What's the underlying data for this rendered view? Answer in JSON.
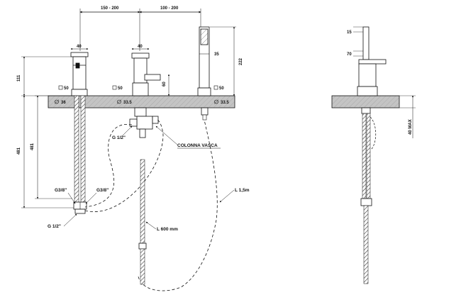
{
  "dimensions": {
    "span_left": "150 - 200",
    "span_right": "100 - 200",
    "handle_left": "40",
    "spout_width": "40",
    "shower_width": "35",
    "total_height": "222",
    "above_deck": "111",
    "below_deck": "481",
    "spout_base": "60",
    "square_left": "50",
    "square_mid": "50",
    "square_right": "50",
    "dia_left": "36",
    "dia_mid": "33.5",
    "dia_right": "33.5",
    "side_top": "15",
    "side_mid": "70",
    "deck_max": "40 MAX"
  },
  "labels": {
    "g_half_mid": "G 1/2\"",
    "g38_left": "G3/8\"",
    "g38_right": "G3/8\"",
    "g_half_bottom": "G 1/2\"",
    "colonna": "COLONNA VASCA",
    "hose_shower": "L 1,5m",
    "hose_spout": "L 600 mm"
  },
  "colors": {
    "deck": "#bdbdbd",
    "line": "#111111"
  }
}
